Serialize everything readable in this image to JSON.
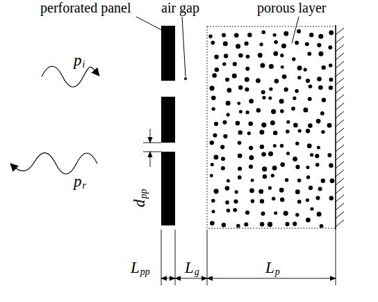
{
  "diagram": {
    "labels": [
      "perforated panel",
      "air gap",
      "porous layer",
      "pi",
      "pr",
      "dpp",
      "Lpp",
      "Lg",
      "Lp"
    ]
  }
}
